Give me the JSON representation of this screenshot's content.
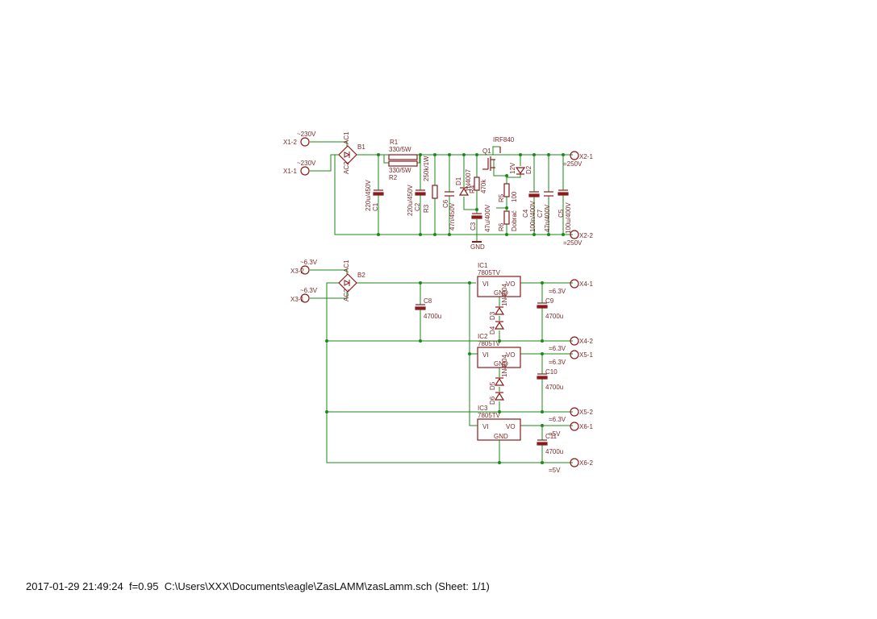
{
  "footer": {
    "timestamp": "2017-01-29 21:49:24",
    "factor": "f=0.95",
    "path": "C:\\Users\\XXX\\Documents\\eagle\\ZasLAMM\\zasLamm.sch",
    "sheet": "(Sheet: 1/1)"
  },
  "colors": {
    "wire": "#1a8a1a",
    "part": "#8b1a1a",
    "label": "#7a2b2b",
    "junction": "#1a8a1a"
  },
  "hv": {
    "x1_2": "X1-2",
    "x1_1": "X1-1",
    "v230_top": "~230V",
    "v230_bot": "~230V",
    "b1": "B1",
    "ac1": "AC1",
    "ac2": "AC2",
    "r1": "R1",
    "r1_val": "330/5W",
    "r2_val": "330/5W",
    "r2": "R2",
    "c1": "C1",
    "c1_val": "220u/450V",
    "c2": "C2",
    "c2_val": "220u/450V",
    "r3": "R3",
    "r3_val": "250k/1W",
    "c6": "C6",
    "c6_val": "47n/450V",
    "d1": "D1",
    "d1_val": "1N4007",
    "r4": "R4",
    "r4_val": "470k",
    "q1": "Q1",
    "q1_val": "IRF840",
    "d2": "D2",
    "d2_val": "12V",
    "r5": "R5",
    "r5_val": "100",
    "r6": "R6",
    "r6_val": "Dobrać",
    "c3": "C3",
    "c3_val": "47u/400V",
    "gnd": "GND",
    "c4": "C4",
    "c4_val": "100n/400V",
    "c7": "C7",
    "c7_val": "47n/400V",
    "c5": "C5",
    "c5_val": "100u/400V",
    "x2_1": "X2-1",
    "x2_1v": "=250V",
    "x2_2": "X2-2",
    "x2_2v": "=250V"
  },
  "lv": {
    "x3_2": "X3-2",
    "x3_1": "X3-1",
    "v63_top": "~6.3V",
    "v63_bot": "~6.3V",
    "b2": "B2",
    "ac1": "AC1",
    "ac2": "AC2",
    "c8": "C8",
    "c8_val": "4700u",
    "ic1": "IC1",
    "ic2": "IC2",
    "ic3": "IC3",
    "reg": "7805TV",
    "vi": "VI",
    "vo": "VO",
    "gndpin": "GND",
    "c9": "C9",
    "c10": "C10",
    "c11": "C11",
    "cap_val": "4700u",
    "x4_1": "X4-1",
    "x4_1v": "=6.3V",
    "x4_2": "X4-2",
    "x4_2v": "=6.3V",
    "x5_1": "X5-1",
    "x5_1v": "=6.3V",
    "x5_2": "X5-2",
    "x5_2v": "=6.3V",
    "x6_1": "X6-1",
    "x6_1v": "=5V",
    "x6_2": "X6-2",
    "x6_2v": "=5V",
    "d3": "D3",
    "d4": "D4",
    "d5": "D5",
    "d6": "D6",
    "diode_val": "1N4004"
  }
}
